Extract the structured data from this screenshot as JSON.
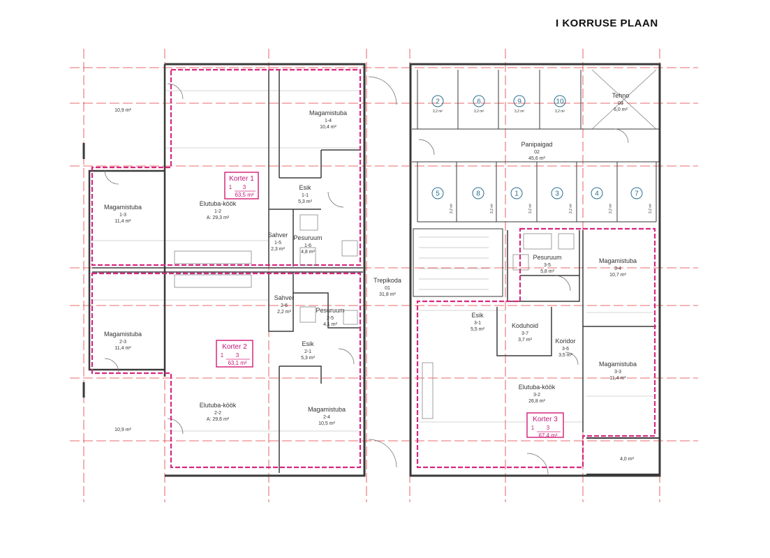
{
  "title": "I KORRUSE PLAAN",
  "colors": {
    "apartment_outline": "#d6287f",
    "grid_line": "#e23b3b",
    "wall": "#3a3a3a",
    "storage_circle": "#2a6f8f"
  },
  "apartments": [
    {
      "name": "Korter 1",
      "rooms_num": "1",
      "rooms_den": "3",
      "area": "63,5 m²"
    },
    {
      "name": "Korter 2",
      "rooms_num": "1",
      "rooms_den": "3",
      "area": "63,1 m²"
    },
    {
      "name": "Korter 3",
      "rooms_num": "1",
      "rooms_den": "3",
      "area": "67,4 m²"
    }
  ],
  "rooms": [
    {
      "name": "",
      "code": "",
      "area": "10,9 m²"
    },
    {
      "name": "Magamistuba",
      "code": "1-4",
      "area": "10,4 m²"
    },
    {
      "name": "Magamistuba",
      "code": "1-3",
      "area": "11,4 m²"
    },
    {
      "name": "Elutuba-köök",
      "code": "1-2",
      "area": "A: 29,3 m²"
    },
    {
      "name": "Esik",
      "code": "1-1",
      "area": "5,3 m²"
    },
    {
      "name": "Sahver",
      "code": "1-5",
      "area": "2,3 m²"
    },
    {
      "name": "Pesuruum",
      "code": "1-6",
      "area": "4,8 m²"
    },
    {
      "name": "Sahver",
      "code": "2-6",
      "area": "2,2 m²"
    },
    {
      "name": "Pesuruum",
      "code": "2-5",
      "area": "4,1 m²"
    },
    {
      "name": "Magamistuba",
      "code": "2-3",
      "area": "11,4 m²"
    },
    {
      "name": "Esik",
      "code": "2-1",
      "area": "5,3 m²"
    },
    {
      "name": "Elutuba-köök",
      "code": "2-2",
      "area": "A: 29,6 m²"
    },
    {
      "name": "Magamistuba",
      "code": "2-4",
      "area": "10,5 m²"
    },
    {
      "name": "",
      "code": "",
      "area": "10,9 m²"
    },
    {
      "name": "Trepikoda",
      "code": "01",
      "area": "31,8 m²"
    },
    {
      "name": "Tehno",
      "code": "03",
      "area": "6,0 m²"
    },
    {
      "name": "Panipaigad",
      "code": "02",
      "area": "45,6 m²"
    },
    {
      "name": "Pesuruum",
      "code": "3-5",
      "area": "5,8 m²"
    },
    {
      "name": "Magamistuba",
      "code": "3-4",
      "area": "10,7 m²"
    },
    {
      "name": "Esik",
      "code": "3-1",
      "area": "5,5 m²"
    },
    {
      "name": "Koduhoid",
      "code": "3-7",
      "area": "3,7 m²"
    },
    {
      "name": "Koridor",
      "code": "3-6",
      "area": "3,5 m²"
    },
    {
      "name": "Magamistuba",
      "code": "3-3",
      "area": "11,4 m²"
    },
    {
      "name": "Elutuba-köök",
      "code": "3-2",
      "area": "26,8 m²"
    },
    {
      "name": "",
      "code": "",
      "area": "4,0 m²"
    }
  ],
  "storage_units": [
    {
      "number": "2",
      "area": "3,2 m²"
    },
    {
      "number": "6",
      "area": "3,2 m²"
    },
    {
      "number": "9",
      "area": "3,2 m²"
    },
    {
      "number": "10",
      "area": "3,2 m²"
    },
    {
      "number": "5",
      "area": "3,2 m²"
    },
    {
      "number": "8",
      "area": "3,2 m²"
    },
    {
      "number": "1",
      "area": "3,2 m²"
    },
    {
      "number": "3",
      "area": "3,2 m²"
    },
    {
      "number": "4",
      "area": "3,2 m²"
    },
    {
      "number": "7",
      "area": "3,2 m²"
    }
  ]
}
